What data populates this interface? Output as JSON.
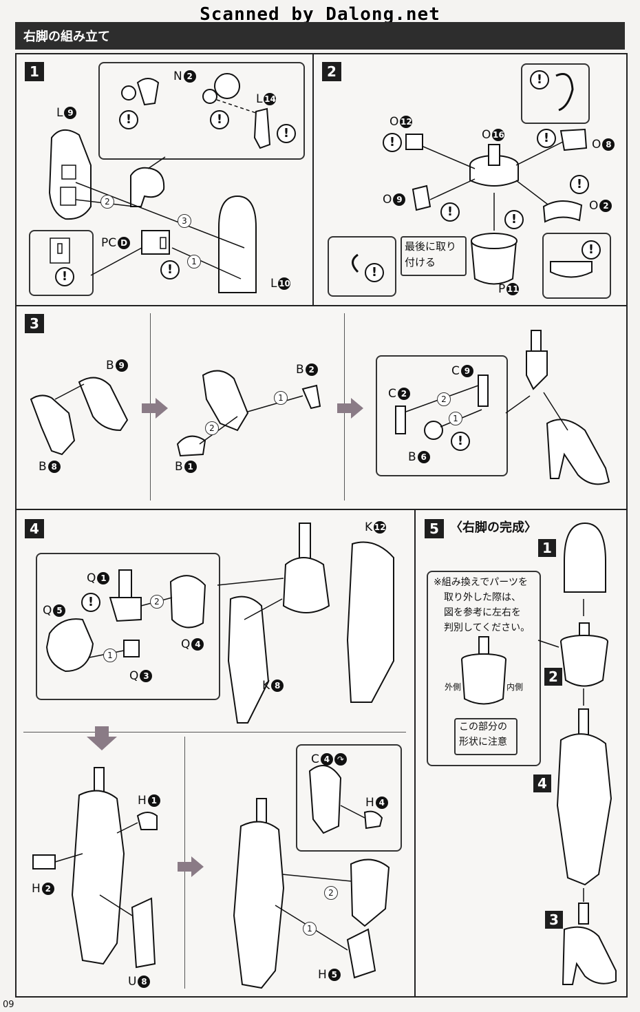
{
  "watermark": "Scanned by Dalong.net",
  "section_title": "右脚の組み立て",
  "page_number": "09",
  "steps": {
    "s1": "1",
    "s2": "2",
    "s3": "3",
    "s4": "4",
    "s5": "5"
  },
  "step5_title": "〈右脚の完成〉",
  "parts": {
    "N": "N",
    "N_num": "2",
    "L9": "L",
    "L9_num": "9",
    "L14": "L",
    "L14_num": "14",
    "PC": "PC",
    "PC_letter": "D",
    "L10": "L",
    "L10_num": "10",
    "O12": "O",
    "O12_num": "12",
    "O16": "O",
    "O16_num": "16",
    "O8": "O",
    "O8_num": "8",
    "O9": "O",
    "O9_num": "9",
    "O2": "O",
    "O2_num": "2",
    "P11": "P",
    "P11_num": "11",
    "B9": "B",
    "B9_num": "9",
    "B8": "B",
    "B8_num": "8",
    "B2": "B",
    "B2_num": "2",
    "B1": "B",
    "B1_num": "1",
    "C9": "C",
    "C9_num": "9",
    "C2": "C",
    "C2_num": "2",
    "B6": "B",
    "B6_num": "6",
    "K12": "K",
    "K12_num": "12",
    "Q1": "Q",
    "Q1_num": "1",
    "Q5": "Q",
    "Q5_num": "5",
    "Q4": "Q",
    "Q4_num": "4",
    "Q3": "Q",
    "Q3_num": "3",
    "K8": "K",
    "K8_num": "8",
    "H1": "H",
    "H1_num": "1",
    "H2": "H",
    "H2_num": "2",
    "U8": "U",
    "U8_num": "8",
    "C4": "C",
    "C4_num": "4",
    "H4": "H",
    "H4_num": "4",
    "H5": "H",
    "H5_num": "5"
  },
  "seq": {
    "one": "1",
    "two": "2",
    "three": "3"
  },
  "warn": "!",
  "step2_note": "最後に取り付ける",
  "step2_note_l1": "最後に取り",
  "step2_note_l2": "付ける",
  "step5_note": {
    "l1": "※組み換えでパーツを",
    "l2": "取り外した際は、",
    "l3": "図を参考に左右を",
    "l4": "判別してください。",
    "outer": "外側",
    "inner": "内側",
    "shape1": "この部分の",
    "shape2": "形状に注意"
  },
  "step5_order": [
    "1",
    "2",
    "4",
    "3"
  ]
}
